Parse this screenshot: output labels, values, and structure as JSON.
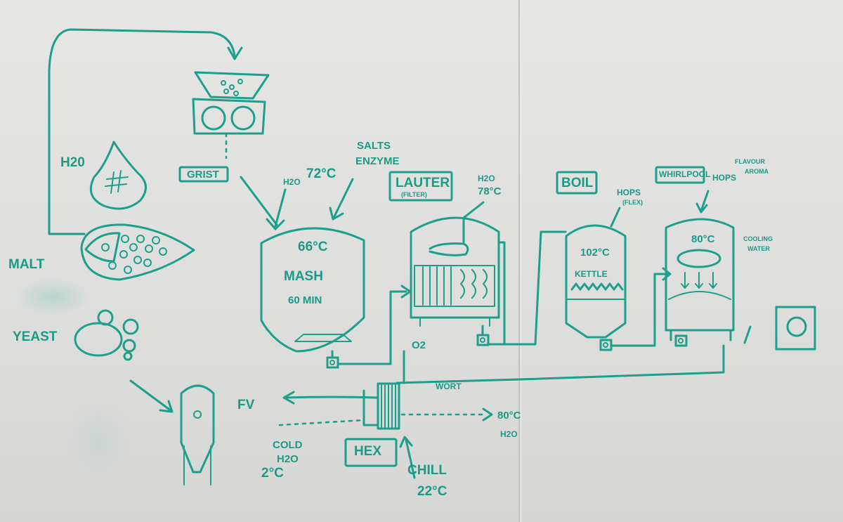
{
  "labels": {
    "h2o_left": "H20",
    "malt": "MALT",
    "yeast": "YEAST",
    "grist": "GRIST",
    "h2o_mash": "H2O",
    "mash_in_temp": "72°C",
    "salts": "SALTS",
    "enzyme": "ENZYME",
    "mash_temp": "66°C",
    "mash": "MASH",
    "mash_time": "60 MIN",
    "lauter": "LAUTER",
    "lauter_sub": "(FILTER)",
    "h2o_lauter": "H2O",
    "lauter_temp": "78°C",
    "boil": "BOIL",
    "hops_boil": "HOPS",
    "hops_boil_sub": "(FLEX)",
    "kettle_temp": "102°C",
    "kettle": "KETTLE",
    "whirlpool": "WHIRLPOOL",
    "hops_whirl": "HOPS",
    "flavour": "FLAVOUR",
    "aroma": "AROMA",
    "whirl_temp": "80°C",
    "cooling": "COOLING",
    "water": "WATER",
    "o2": "O2",
    "wort": "WORT",
    "fv": "FV",
    "hot_out_temp": "80°C",
    "hot_out": "H2O",
    "cold": "COLD",
    "cold_h2o": "H2O",
    "cold_temp": "2°C",
    "hex": "HEX",
    "chill": "CHILL",
    "chill_temp": "22°C"
  }
}
